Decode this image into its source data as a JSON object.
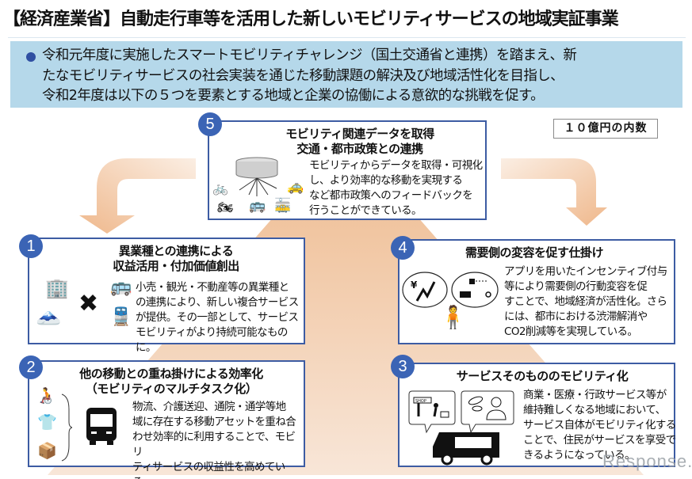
{
  "title": "【経済産業省】自動走行車等を活用した新しいモビリティサービスの地域実証事業",
  "intro": {
    "lines": [
      "令和元年度に実施したスマートモビリティチャレンジ（国土交通省と連携）を踏まえ、新",
      "たなモビリティサービスの社会実装を通じた移動課題の解決及び地域活性化を目指し、",
      "令和2年度は以下の５つを要素とする地域と企業の協働による意欲的な挑戦を促す。"
    ]
  },
  "budget_label": "１０億円の内数",
  "colors": {
    "accent_blue": "#3b64b5",
    "box_border": "#3d5ca3",
    "intro_bg": "#b5d8ea",
    "arrow_orange": "#eeb98c"
  },
  "elements": [
    {
      "number": "5",
      "title_lines": [
        "モビリティ関連データを取得",
        "交通・都市政策との連携"
      ],
      "text_lines": [
        "モビリティからデータを取得・可視化",
        "し、より効率的な移動を実現する",
        "など都市政策へのフィードバックを",
        "行うことができている。"
      ],
      "icons": [
        "database-icon",
        "bicycle-icon",
        "motorcycle-icon",
        "bus-icon",
        "tram-icon",
        "taxi-icon"
      ]
    },
    {
      "number": "1",
      "title_lines": [
        "異業種との連携による",
        "収益活用・付加価値創出"
      ],
      "text_lines": [
        "小売・観光・不動産等の異業種と",
        "の連携により、新しい複合サービス",
        "が提供。その一部として、サービス",
        "モビリティがより持続可能なものに。"
      ],
      "icons": [
        "building-icon",
        "mountain-tourists-icon",
        "cross-icon",
        "bus-icon",
        "train-icon"
      ]
    },
    {
      "number": "4",
      "title_lines": [
        "需要側の変容を促す仕掛け"
      ],
      "text_lines": [
        "アプリを用いたインセンティブ付与",
        "等により需要側の行動変容を促",
        "すことで、地域経済が活性化。さら",
        "には、都市における渋滞解消や",
        "CO2削減等を実現している。"
      ],
      "icons": [
        "yen-growth-icon",
        "route-map-icon",
        "thinking-person-icon"
      ]
    },
    {
      "number": "2",
      "title_lines": [
        "他の移動との重ね掛けによる効率化",
        "（モビリティのマルチタスク化）"
      ],
      "text_lines": [
        "物流、介護送迎、通院・通学等地",
        "域に存在する移動アセットを重ね合",
        "わせ効率的に利用することで、モビリ",
        "ティサービスの収益性を高めている。"
      ],
      "icons": [
        "caregiving-icon",
        "student-icon",
        "parcel-icon",
        "bus-icon"
      ]
    },
    {
      "number": "3",
      "title_lines": [
        "サービスそのもののモビリティ化"
      ],
      "text_lines": [
        "商業・医療・行政サービス等が",
        "維持難しくなる地域において、",
        "サービス自体がモビリティ化する",
        "ことで、住民がサービスを享受で",
        "きるようになっている。"
      ],
      "icons": [
        "shop-sign-icon",
        "doctor-icon",
        "mobile-shop-truck-icon"
      ]
    }
  ],
  "watermark": "Response."
}
